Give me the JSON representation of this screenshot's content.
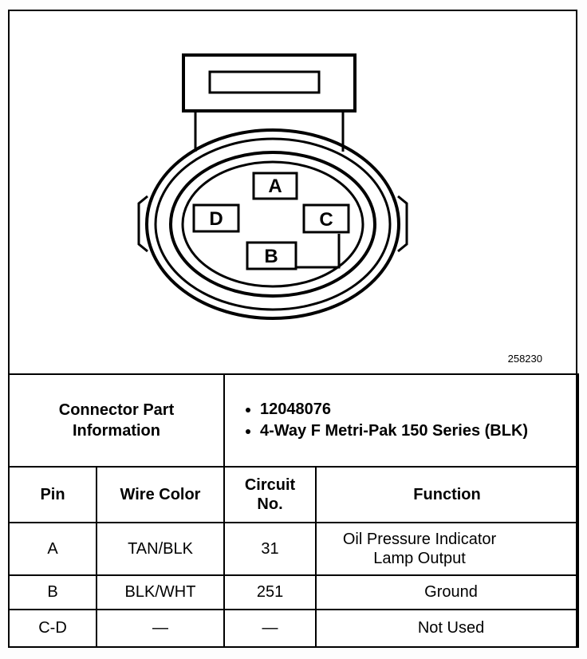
{
  "diagram": {
    "figure_number": "258230",
    "pins": {
      "a": "A",
      "b": "B",
      "c": "C",
      "d": "D"
    }
  },
  "info": {
    "label": "Connector Part Information",
    "bullets": [
      "12048076",
      "4-Way F Metri-Pak 150 Series (BLK)"
    ]
  },
  "table": {
    "headers": {
      "pin": "Pin",
      "wire_color": "Wire Color",
      "circuit_no": "Circuit No.",
      "function": "Function"
    },
    "rows": [
      {
        "pin": "A",
        "wire_color": "TAN/BLK",
        "circuit_no": "31",
        "function": "Oil Pressure Indicator Lamp Output"
      },
      {
        "pin": "B",
        "wire_color": "BLK/WHT",
        "circuit_no": "251",
        "function": "Ground"
      },
      {
        "pin": "C-D",
        "wire_color": "—",
        "circuit_no": "—",
        "function": "Not Used"
      }
    ]
  }
}
